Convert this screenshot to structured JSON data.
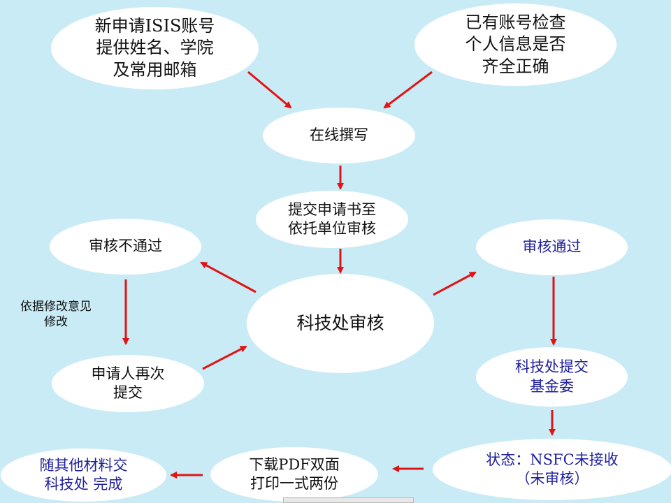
{
  "colors": {
    "background": "#c9ebf6",
    "node_fill": "#ffffff",
    "arrow": "#e01414",
    "text_dark": "#111111",
    "text_blue": "#1f1f9e"
  },
  "nodes": {
    "new_account": "新申请ISIS账号\n提供姓名、学院\n及常用邮箱",
    "existing_account": "已有账号检查\n个人信息是否\n齐全正确",
    "online_writing": "在线撰写",
    "submit_to_unit": "提交申请书至\n依托单位审核",
    "review_failed": "审核不通过",
    "review_passed": "审核通过",
    "office_review": "科技处审核",
    "resubmit": "申请人再次\n提交",
    "office_submit_foundation": "科技处提交\n基金委",
    "status_not_received": "状态：NSFC未接收\n（未审核）",
    "download_pdf": "下载PDF双面\n打印一式两份",
    "finish": "随其他材料交\n科技处 完成"
  },
  "notes": {
    "revise_by_comments": "依据修改意见\n修改"
  }
}
